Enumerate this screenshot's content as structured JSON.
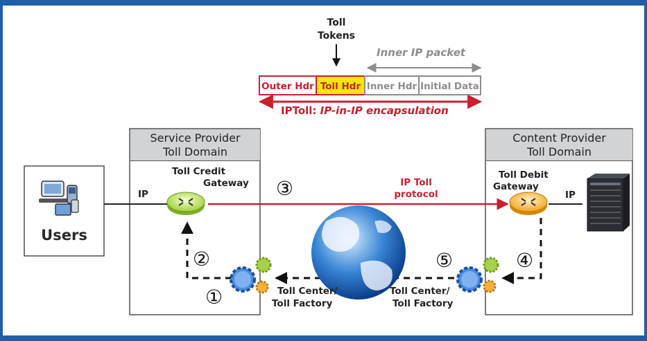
{
  "colors": {
    "frame_blue": "#1f5ea8",
    "toll_red": "#c8202f",
    "toll_hdr_fill": "#f5e800",
    "inner_gray": "#8c8c8c",
    "header_gray": "#d2d3d5"
  },
  "packet": {
    "toll_tokens": [
      "Toll",
      "Tokens"
    ],
    "inner_ip_packet": "Inner IP packet",
    "cells": {
      "outer_hdr": "Outer Hdr",
      "toll_hdr": "Toll Hdr",
      "inner_hdr": "Inner Hdr",
      "initial_data": "Initial Data"
    },
    "encapsulation_prefix": "IPToll:",
    "encapsulation_text": "IP-in-IP encapsulation"
  },
  "users": {
    "label": "Users",
    "icon": "users-devices-icon"
  },
  "service_provider": {
    "header": [
      "Service Provider",
      "Toll Domain"
    ],
    "gateway_label": [
      "Toll Credit",
      "Gateway"
    ],
    "ip_label": "IP",
    "gateway_icon": "green-router-icon"
  },
  "content_provider": {
    "header": [
      "Content Provider",
      "Toll Domain"
    ],
    "gateway_label": [
      "Toll Debit",
      "Gateway"
    ],
    "ip_label": "IP",
    "gateway_icon": "orange-router-icon",
    "server_icon": "server-tower-icon"
  },
  "protocol_label": [
    "IP Toll",
    "protocol"
  ],
  "toll_center_left": [
    "Toll Center/",
    "Toll Factory"
  ],
  "toll_center_right": [
    "Toll Center/",
    "Toll Factory"
  ],
  "steps": [
    "①",
    "②",
    "③",
    "④",
    "⑤"
  ],
  "internet_icon": "globe-icon"
}
